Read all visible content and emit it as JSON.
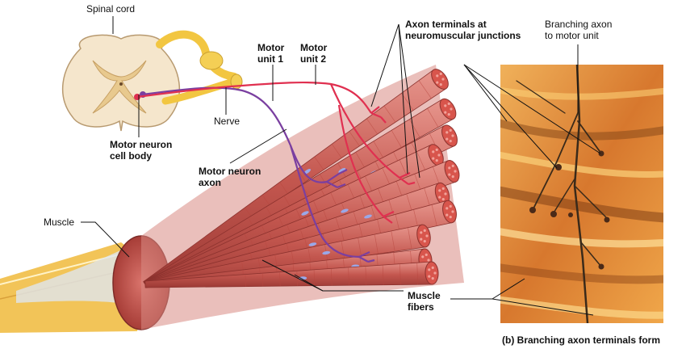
{
  "labels": {
    "spinal_cord": "Spinal cord",
    "motor_unit_1": [
      "Motor",
      "unit 1"
    ],
    "motor_unit_2": [
      "Motor",
      "unit 2"
    ],
    "axon_terminals": [
      "Axon terminals at",
      "neuromuscular junctions"
    ],
    "branching_axon": [
      "Branching axon",
      "to motor unit"
    ],
    "nerve": "Nerve",
    "motor_neuron_cell_body": [
      "Motor neuron",
      "cell body"
    ],
    "motor_neuron_axon": [
      "Motor neuron",
      "axon"
    ],
    "muscle": "Muscle",
    "muscle_fibers": [
      "Muscle",
      "fibers"
    ]
  },
  "caption": "(b) Branching axon terminals form",
  "colors": {
    "motor_unit_1_axon": "#7a3fa0",
    "motor_unit_2_axon": "#e03050",
    "muscle": "#c0504a",
    "nerve": "#f2c641",
    "spinal_cord": "#f3e3c8",
    "micrograph": "#e79a3c"
  }
}
